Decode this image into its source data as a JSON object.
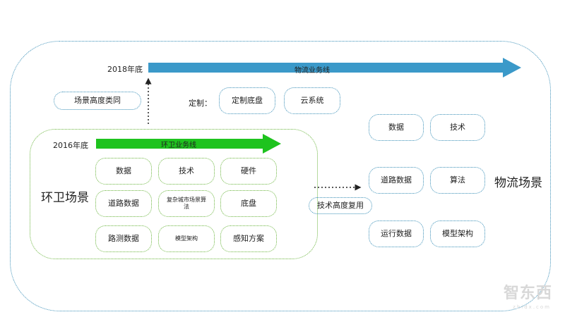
{
  "logistics_line": {
    "year": "2018年底",
    "label": "物流业务线",
    "color": "#3b99c9"
  },
  "sanitation_line": {
    "year": "2016年底",
    "label": "环卫业务线",
    "color": "#1ec31e"
  },
  "scene_similarity": "场景高度类同",
  "custom": {
    "label": "定制：",
    "chassis": "定制底盘",
    "cloud": "云系统"
  },
  "sanitation_scene": {
    "title": "环卫场景",
    "cells": [
      "数据",
      "技术",
      "硬件",
      "道路数据",
      "复杂城市场景算法",
      "底盘",
      "路测数据",
      "模型架构",
      "感知方案"
    ]
  },
  "tech_reuse": "技术高度复用",
  "logistics_scene": {
    "title": "物流场景",
    "cells": [
      "数据",
      "技术",
      "道路数据",
      "算法",
      "运行数据",
      "模型架构"
    ]
  },
  "watermark": {
    "main": "智东西",
    "sub": "zhidx.com"
  }
}
